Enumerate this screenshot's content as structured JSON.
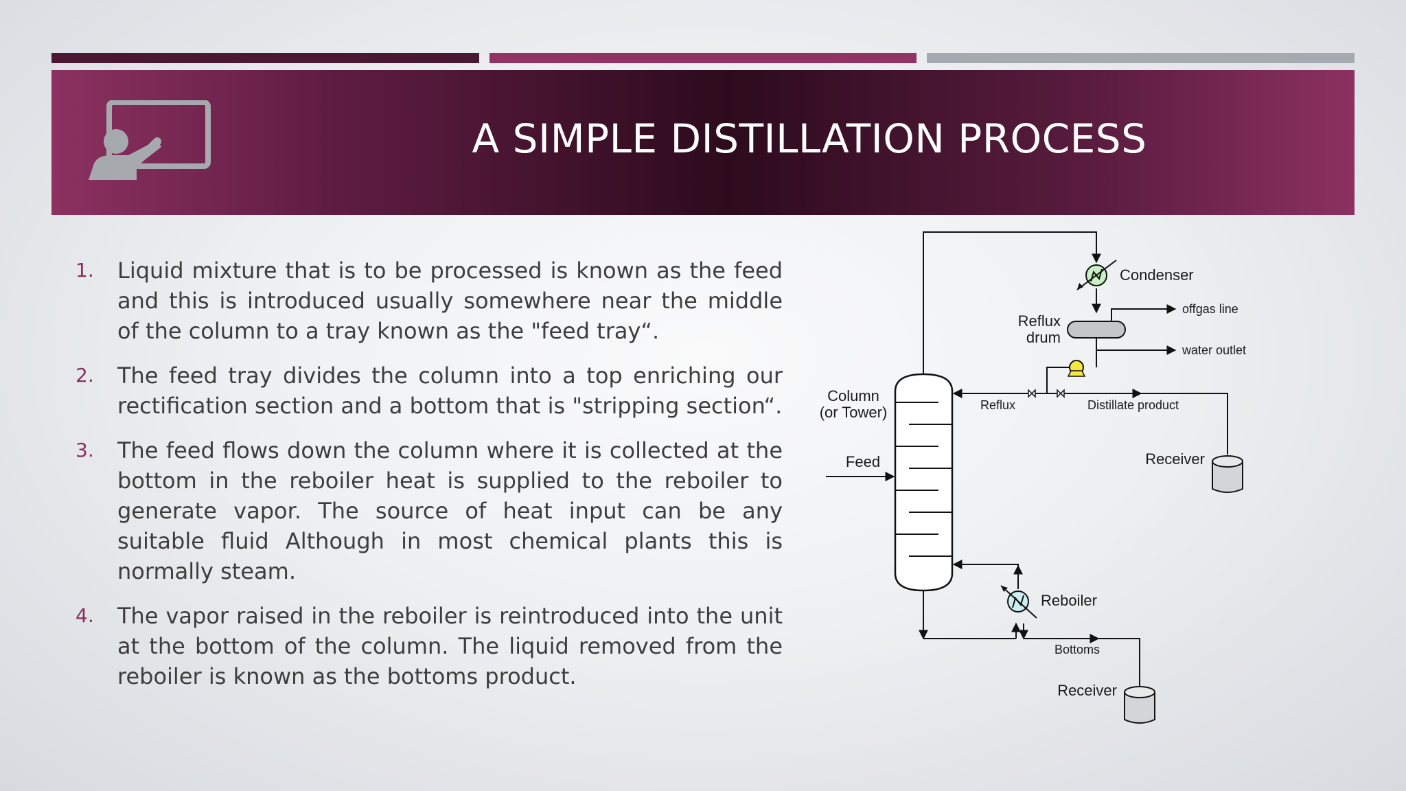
{
  "slide": {
    "title": "A SIMPLE DISTILLATION PROCESS",
    "colors": {
      "banner_dark": "#2d0b1d",
      "banner_accent": "#8c3161",
      "number_accent": "#8a2d5e"
    },
    "icon": "presenter-at-board-icon"
  },
  "points": [
    {
      "num": "1.",
      "text": "Liquid mixture that is to be processed is  known as the feed and this is introduced usually somewhere near the middle of the column to a tray known as the \"feed tray“."
    },
    {
      "num": "2.",
      "text": "The feed tray divides the column into a top enriching our rectification section and a bottom that is \"stripping section“."
    },
    {
      "num": "3.",
      "text": "The feed flows down the column where it  is collected at the bottom in the reboiler heat is supplied to the reboiler to generate vapor. The source of heat input can be any suitable fluid Although in most chemical plants this is normally steam."
    },
    {
      "num": "4.",
      "text": "The vapor raised in the reboiler is reintroduced into the unit at the bottom of the column. The liquid removed from the reboiler is known as the bottoms product."
    }
  ],
  "diagram": {
    "condenser": "Condenser",
    "offgas": "offgas line",
    "reflux_drum_1": "Reflux",
    "reflux_drum_2": "drum",
    "water_outlet": "water outlet",
    "column_1": "Column",
    "column_2": "(or Tower)",
    "reflux": "Reflux",
    "distillate": "Distillate product",
    "receiver_top": "Receiver",
    "feed": "Feed",
    "reboiler": "Reboiler",
    "bottoms": "Bottoms",
    "receiver_bottom": "Receiver"
  }
}
